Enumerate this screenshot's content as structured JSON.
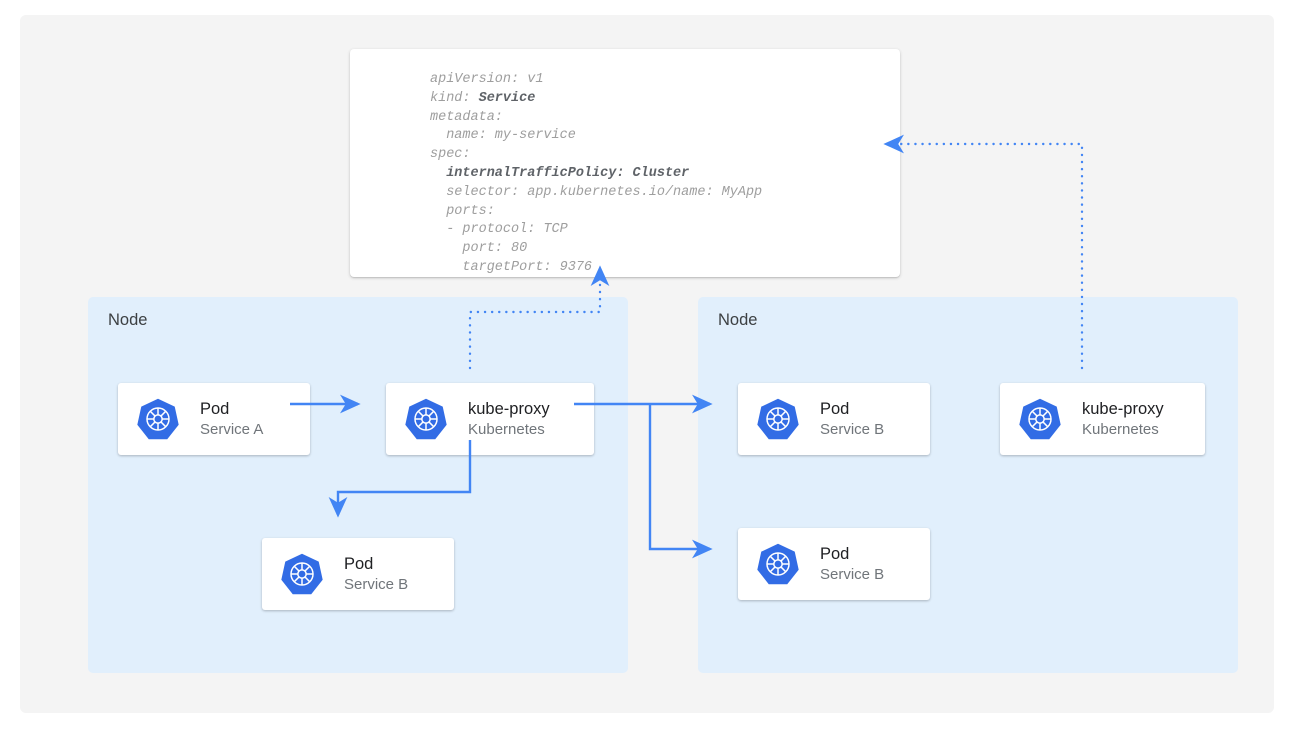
{
  "diagram": {
    "title": "Kubernetes Service internalTrafficPolicy Cluster traffic routing",
    "colors": {
      "page_background": "#ffffff",
      "canvas_background": "#f4f4f4",
      "node_background": "#e1effc",
      "card_background": "#ffffff",
      "accent_blue": "#4285f4",
      "k8s_logo_blue": "#326ce5",
      "title_text": "#202124",
      "subtitle_text": "#70757a",
      "code_text": "#9e9e9e",
      "code_bold_text": "#5f6368"
    }
  },
  "yaml_manifest": {
    "name": "service-manifest",
    "lines": [
      {
        "text": "apiVersion: v1",
        "bold": false
      },
      {
        "text": "kind: ",
        "bold": false,
        "bold_suffix": "Service"
      },
      {
        "text": "metadata:",
        "bold": false
      },
      {
        "text": "  name: my-service",
        "bold": false
      },
      {
        "text": "spec:",
        "bold": false
      },
      {
        "text": "  internalTrafficPolicy: Cluster",
        "bold": true
      },
      {
        "text": "  selector: app.kubernetes.io/name: MyApp",
        "bold": false
      },
      {
        "text": "  ports:",
        "bold": false
      },
      {
        "text": "  - protocol: TCP",
        "bold": false
      },
      {
        "text": "    port: 80",
        "bold": false
      },
      {
        "text": "    targetPort: 9376",
        "bold": false
      }
    ],
    "fields": {
      "apiVersion": "v1",
      "kind": "Service",
      "metadata_name": "my-service",
      "spec_internalTrafficPolicy": "Cluster",
      "spec_selector": "app.kubernetes.io/name: MyApp",
      "spec_ports_protocol": "TCP",
      "spec_ports_port": "80",
      "spec_ports_targetPort": "9376"
    }
  },
  "nodes": [
    {
      "id": "node-left",
      "label": "Node"
    },
    {
      "id": "node-right",
      "label": "Node"
    }
  ],
  "cards": {
    "pod_a": {
      "title": "Pod",
      "subtitle": "Service A",
      "icon": "kubernetes-icon"
    },
    "kp_left": {
      "title": "kube-proxy",
      "subtitle": "Kubernetes",
      "icon": "kubernetes-icon"
    },
    "pod_b_left": {
      "title": "Pod",
      "subtitle": "Service B",
      "icon": "kubernetes-icon"
    },
    "pod_b_r1": {
      "title": "Pod",
      "subtitle": "Service B",
      "icon": "kubernetes-icon"
    },
    "pod_b_r2": {
      "title": "Pod",
      "subtitle": "Service B",
      "icon": "kubernetes-icon"
    },
    "kp_right": {
      "title": "kube-proxy",
      "subtitle": "Kubernetes",
      "icon": "kubernetes-icon"
    }
  },
  "connections": [
    {
      "from": "pod_a",
      "to": "kp_left",
      "style": "solid",
      "direction": "right"
    },
    {
      "from": "kp_left",
      "to": "pod_b_left",
      "style": "solid",
      "direction": "down"
    },
    {
      "from": "kp_left",
      "to": "pod_b_r1",
      "style": "solid",
      "direction": "right"
    },
    {
      "from": "kp_left",
      "to": "pod_b_r2",
      "style": "solid",
      "direction": "right-down"
    },
    {
      "from": "kp_left",
      "to": "service-manifest",
      "style": "dotted",
      "direction": "up"
    },
    {
      "from": "kp_right",
      "to": "service-manifest",
      "style": "dotted",
      "direction": "up-left"
    }
  ]
}
